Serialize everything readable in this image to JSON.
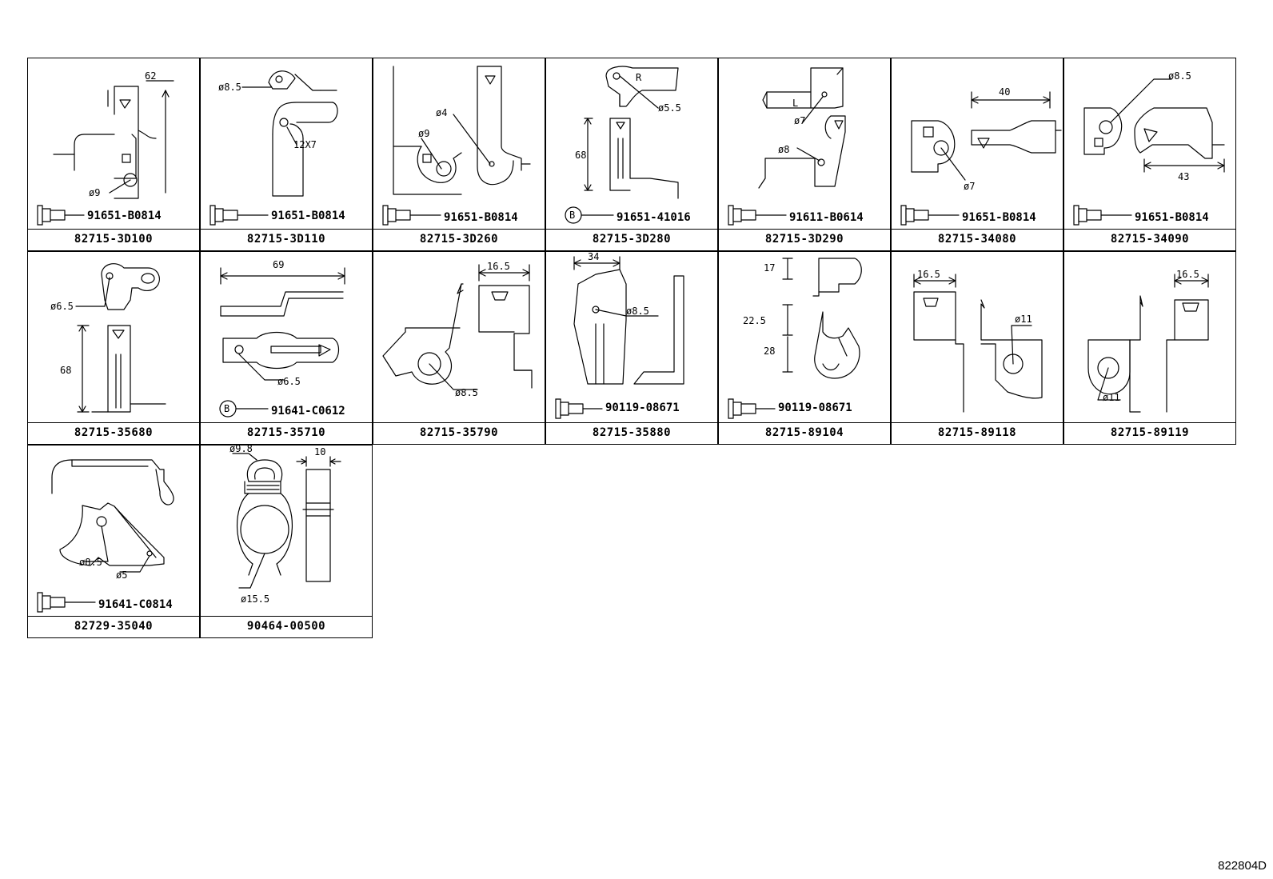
{
  "diagram_code": "822804D",
  "parts": [
    {
      "part_number": "82715-3D100",
      "fastener": "91651-B0814",
      "dims": [
        "62",
        "ø9"
      ]
    },
    {
      "part_number": "82715-3D110",
      "fastener": "91651-B0814",
      "dims": [
        "ø8.5",
        "12X7"
      ]
    },
    {
      "part_number": "82715-3D260",
      "fastener": "91651-B0814",
      "dims": [
        "ø4",
        "ø9"
      ]
    },
    {
      "part_number": "82715-3D280",
      "fastener": "91651-41016",
      "dims": [
        "R",
        "ø5.5",
        "68"
      ]
    },
    {
      "part_number": "82715-3D290",
      "fastener": "91611-B0614",
      "dims": [
        "L",
        "ø7",
        "ø8"
      ]
    },
    {
      "part_number": "82715-34080",
      "fastener": "91651-B0814",
      "dims": [
        "40",
        "ø7"
      ]
    },
    {
      "part_number": "82715-34090",
      "fastener": "91651-B0814",
      "dims": [
        "ø8.5",
        "43"
      ]
    },
    {
      "part_number": "82715-35680",
      "fastener": "",
      "dims": [
        "ø6.5",
        "68"
      ]
    },
    {
      "part_number": "82715-35710",
      "fastener": "91641-C0612",
      "dims": [
        "69",
        "ø6.5"
      ]
    },
    {
      "part_number": "82715-35790",
      "fastener": "",
      "dims": [
        "16.5",
        "ø8.5"
      ]
    },
    {
      "part_number": "82715-35880",
      "fastener": "90119-08671",
      "dims": [
        "34",
        "ø8.5"
      ]
    },
    {
      "part_number": "82715-89104",
      "fastener": "90119-08671",
      "dims": [
        "17",
        "22.5",
        "28"
      ]
    },
    {
      "part_number": "82715-89118",
      "fastener": "",
      "dims": [
        "16.5",
        "ø11"
      ]
    },
    {
      "part_number": "82715-89119",
      "fastener": "",
      "dims": [
        "16.5",
        "ø11"
      ]
    },
    {
      "part_number": "82729-35040",
      "fastener": "91641-C0814",
      "dims": [
        "ø8.5",
        "ø5"
      ]
    },
    {
      "part_number": "90464-00500",
      "fastener": "",
      "dims": [
        "ø9.8",
        "10",
        "ø15.5"
      ]
    }
  ]
}
